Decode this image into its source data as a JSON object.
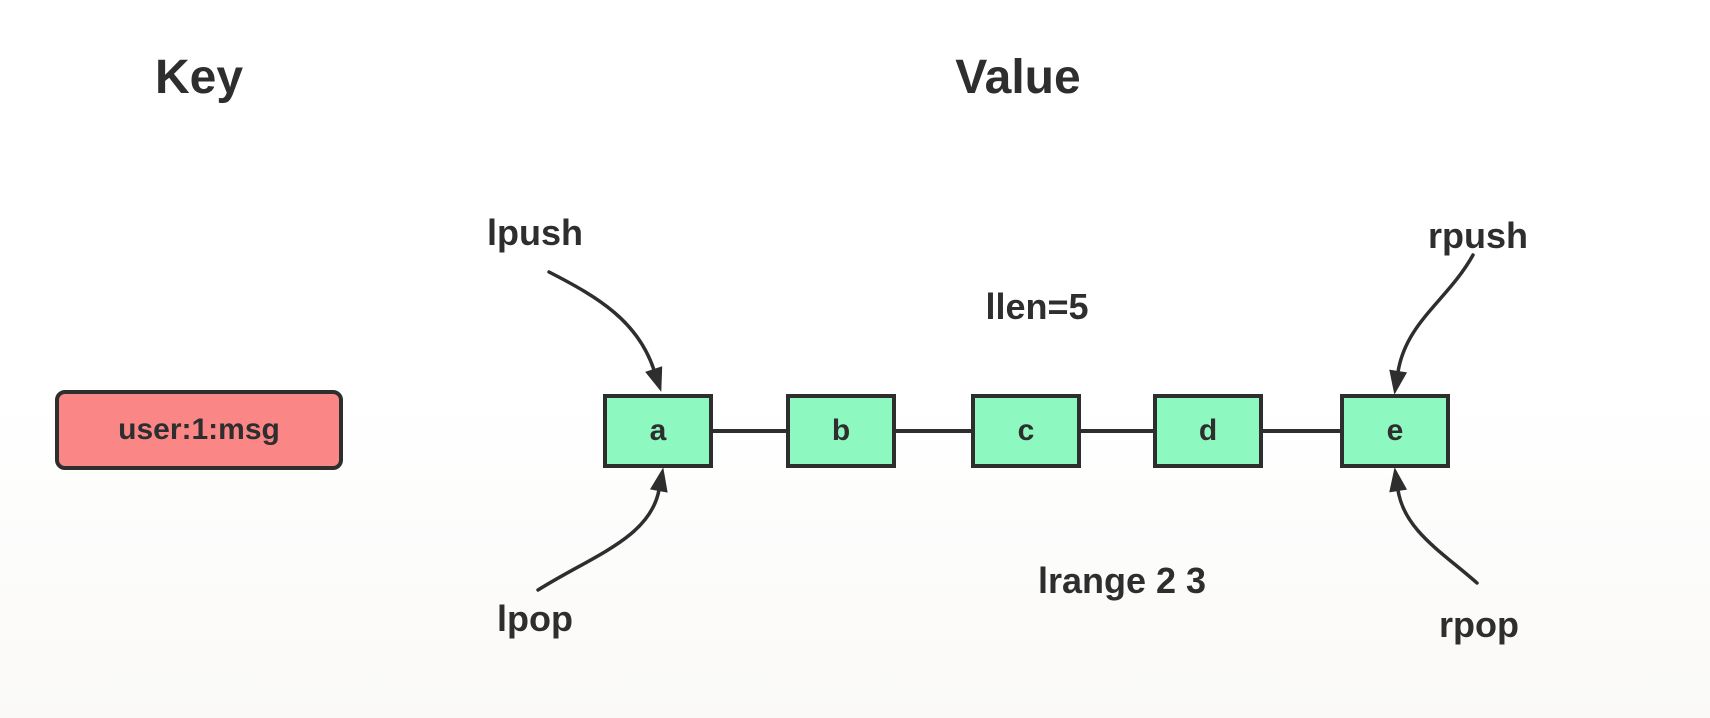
{
  "headers": {
    "key": "Key",
    "value": "Value"
  },
  "key_column": {
    "key_box_label": "user:1:msg"
  },
  "value_column": {
    "llen_label": "llen=5",
    "lrange_label": "lrange 2 3",
    "nodes": [
      "a",
      "b",
      "c",
      "d",
      "e"
    ],
    "operations": {
      "lpush": "lpush",
      "lpop": "lpop",
      "rpush": "rpush",
      "rpop": "rpop"
    }
  },
  "colors": {
    "key_box_fill": "#fa8686",
    "node_fill": "#8df8c0",
    "stroke": "#2e2e2e",
    "text": "#2e2e2e"
  }
}
